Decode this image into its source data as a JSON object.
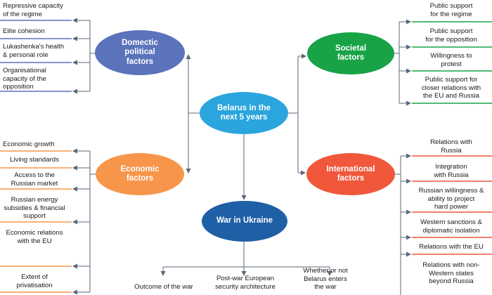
{
  "colors": {
    "domestic": "#5b73bb",
    "societal": "#17a346",
    "economic": "#f7964a",
    "international": "#f0573b",
    "center": "#2aa5dd",
    "war": "#1f5fa6",
    "connector": "#5a6778"
  },
  "center": {
    "label": "Belarus in the\nnext 5 years"
  },
  "domestic": {
    "label": "Domectic\npolitical\nfactors",
    "items": [
      "Repressive capacity\nof the regime",
      "Elite cohesion",
      "Lukashenka's health\n& personal role",
      "Organisational\ncapacity of the\nopposition"
    ]
  },
  "societal": {
    "label": "Societal\nfactors",
    "items": [
      "Public support\nfor the regime",
      "Public support\nfor the opposition",
      "Willingness to\nprotest",
      "Public support for\ncloser relations with\nthe EU and Russia"
    ]
  },
  "economic": {
    "label": "Economic\nfactors",
    "items": [
      "Economic growth",
      "Living standards",
      "Access to the\nRussian market",
      "Russian energy\nsubsidies & financial\nsupport",
      "Economic relations\nwith the EU",
      "Extent of\nprivatisation"
    ]
  },
  "international": {
    "label": "International\nfactors",
    "items": [
      "Relations with\nRussia",
      "Integration\nwith Russia",
      "Russian willingness &\nability to project\nhard power",
      "Western sanctions &\ndiplomatic isolation",
      "Relations with the EU",
      "Relations with non-\nWestern states\nbeyond Russia"
    ]
  },
  "war": {
    "label": "War in Ukraine",
    "items": [
      "Outcome of the war",
      "Post-war European\nsecurity architecture",
      "Whether or not\nBelarus enters\nthe war"
    ]
  }
}
